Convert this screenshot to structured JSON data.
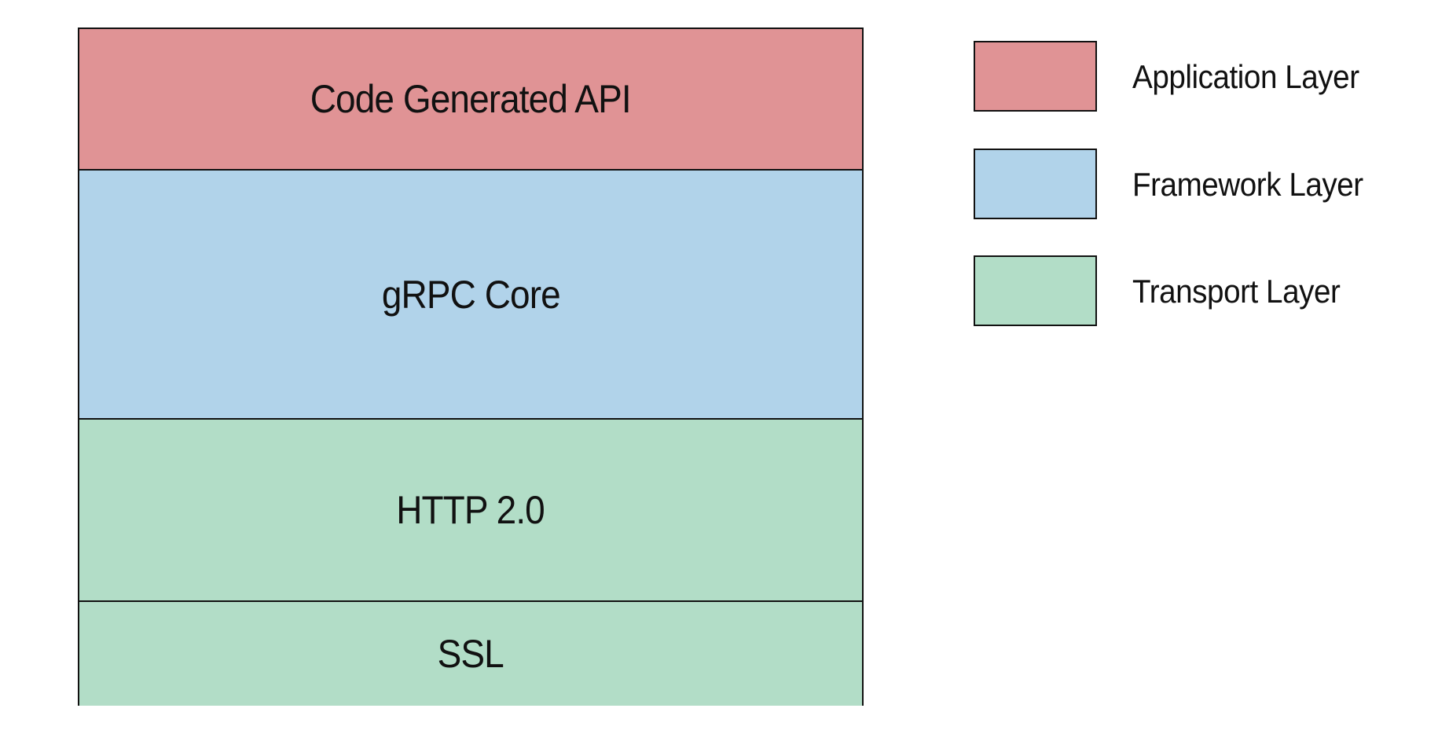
{
  "diagram": {
    "layers": [
      {
        "label": "Code Generated API",
        "category": "application"
      },
      {
        "label": "gRPC Core",
        "category": "framework"
      },
      {
        "label": "HTTP 2.0",
        "category": "transport"
      },
      {
        "label": "SSL",
        "category": "transport"
      }
    ],
    "legend": [
      {
        "label": "Application Layer",
        "category": "application"
      },
      {
        "label": "Framework Layer",
        "category": "framework"
      },
      {
        "label": "Transport Layer",
        "category": "transport"
      }
    ]
  },
  "colors": {
    "application": "#e09395",
    "framework": "#b1d3ea",
    "transport": "#b2ddc7",
    "border": "#111111"
  }
}
